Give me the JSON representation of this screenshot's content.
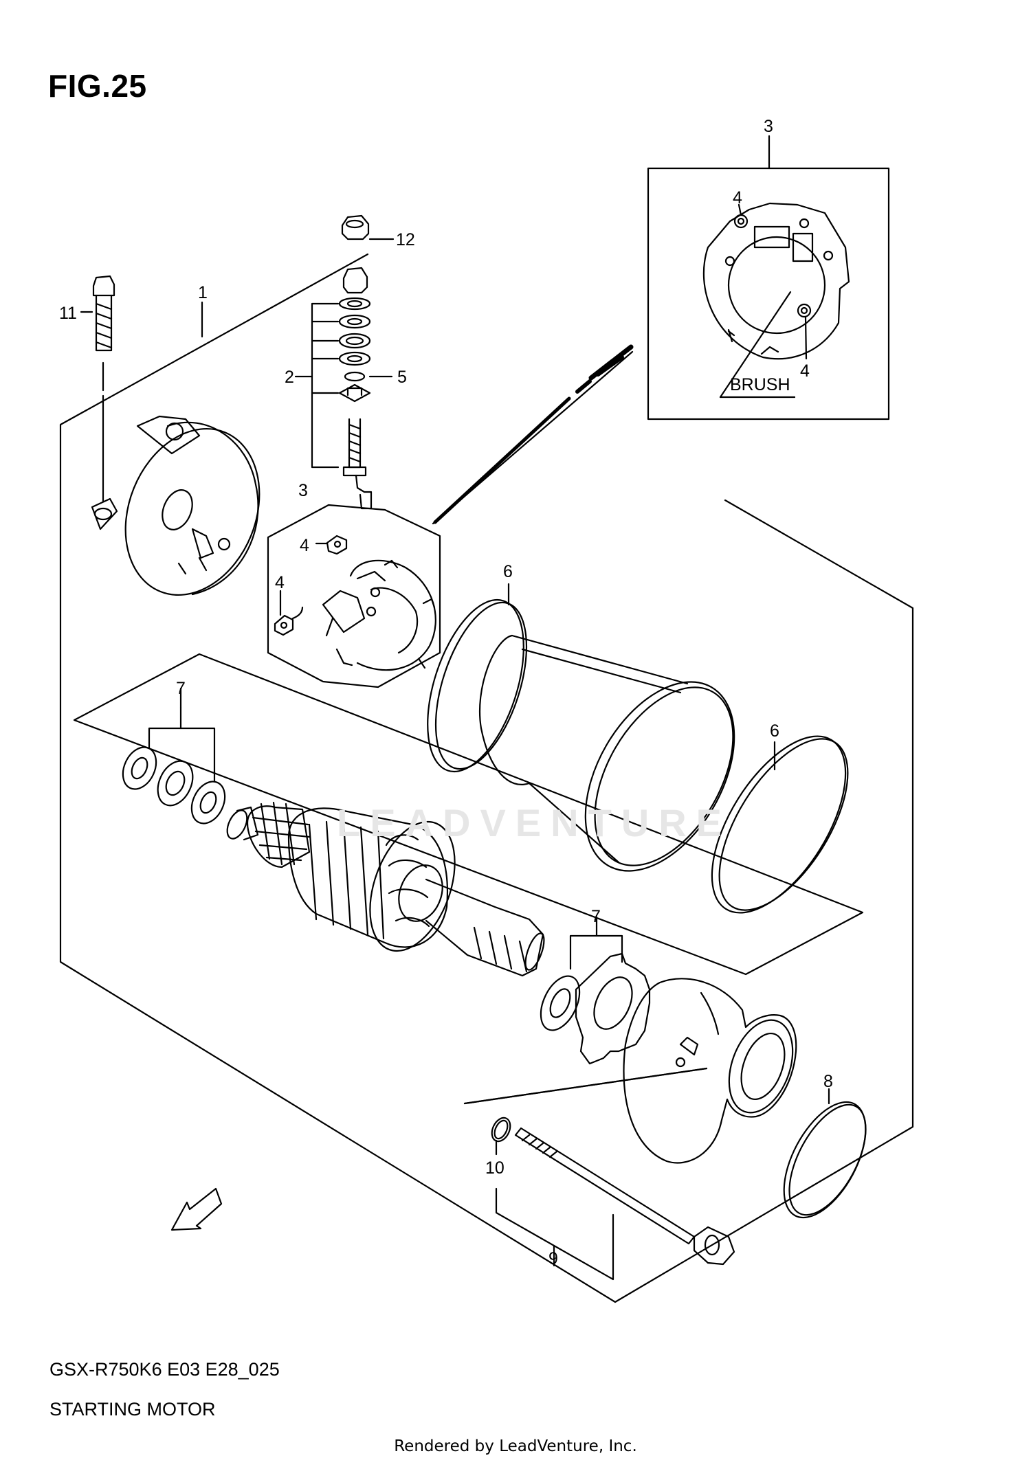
{
  "figure": {
    "title": "FIG.25",
    "model_code": "GSX-R750K6 E03 E28_025",
    "caption": "STARTING MOTOR",
    "footer": "Rendered by LeadVenture, Inc.",
    "watermark": "LEADVENTURE"
  },
  "inset": {
    "label": "BRUSH"
  },
  "fwd_label": "FWD",
  "callouts": {
    "c1": "1",
    "c2": "2",
    "c3_inset": "3",
    "c3": "3",
    "c4_inset_top": "4",
    "c4_inset_bottom": "4",
    "c4_a": "4",
    "c4_b": "4",
    "c5": "5",
    "c6_a": "6",
    "c6_b": "6",
    "c7_a": "7",
    "c7_b": "7",
    "c8": "8",
    "c9": "9",
    "c10": "10",
    "c11": "11",
    "c12": "12"
  },
  "colors": {
    "line": "#000000",
    "background": "#ffffff",
    "watermark": "#e6e6e6"
  }
}
